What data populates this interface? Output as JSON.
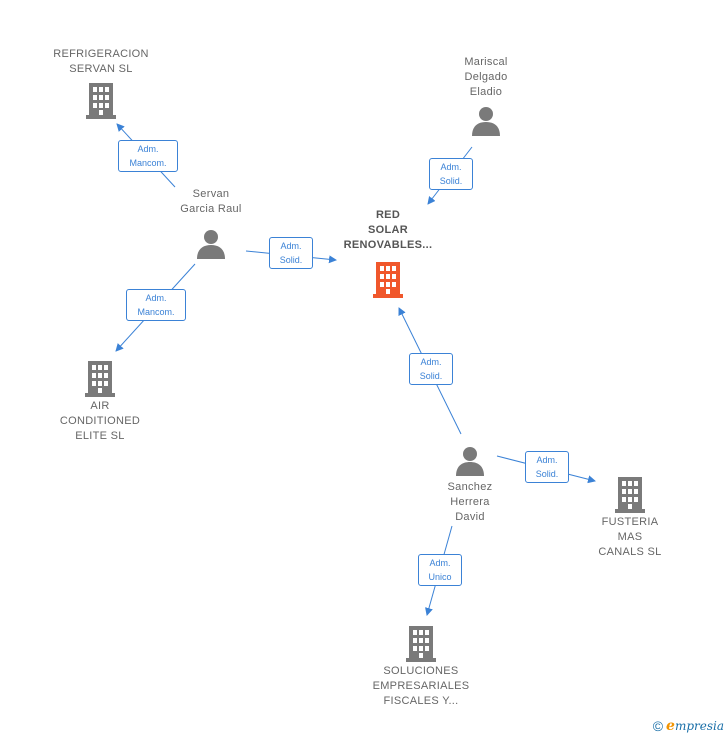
{
  "colors": {
    "company": "#7a7a7a",
    "main_company": "#f0572b",
    "person": "#7a7a7a",
    "edge": "#3b82d6",
    "label_text": "#666666"
  },
  "nodes": {
    "main": {
      "label": "RED\nSOLAR\nRENOVABLES...",
      "type": "company",
      "highlight": true
    },
    "refrigeracion": {
      "label": "REFRIGERACION\nSERVAN  SL",
      "type": "company"
    },
    "air": {
      "label": "AIR\nCONDITIONED\nELITE  SL",
      "type": "company"
    },
    "fusteria": {
      "label": "FUSTERIA\nMAS\nCANALS  SL",
      "type": "company"
    },
    "soluciones": {
      "label": "SOLUCIONES\nEMPRESARIALES\nFISCALES Y...",
      "type": "company"
    },
    "mariscal": {
      "label": "Mariscal\nDelgado\nEladio",
      "type": "person"
    },
    "servan": {
      "label": "Servan\nGarcia Raul",
      "type": "person"
    },
    "sanchez": {
      "label": "Sanchez\nHerrera\nDavid",
      "type": "person"
    }
  },
  "edges": [
    {
      "id": "servan-refrigeracion",
      "label": "Adm.\nMancom."
    },
    {
      "id": "servan-air",
      "label": "Adm.\nMancom."
    },
    {
      "id": "servan-main",
      "label": "Adm.\nSolid."
    },
    {
      "id": "mariscal-main",
      "label": "Adm.\nSolid."
    },
    {
      "id": "sanchez-main",
      "label": "Adm.\nSolid."
    },
    {
      "id": "sanchez-fusteria",
      "label": "Adm.\nSolid."
    },
    {
      "id": "sanchez-soluciones",
      "label": "Adm.\nUnico"
    }
  ],
  "footer": {
    "copyright": "©",
    "brand_initial": "e",
    "brand_rest": "mpresia"
  }
}
